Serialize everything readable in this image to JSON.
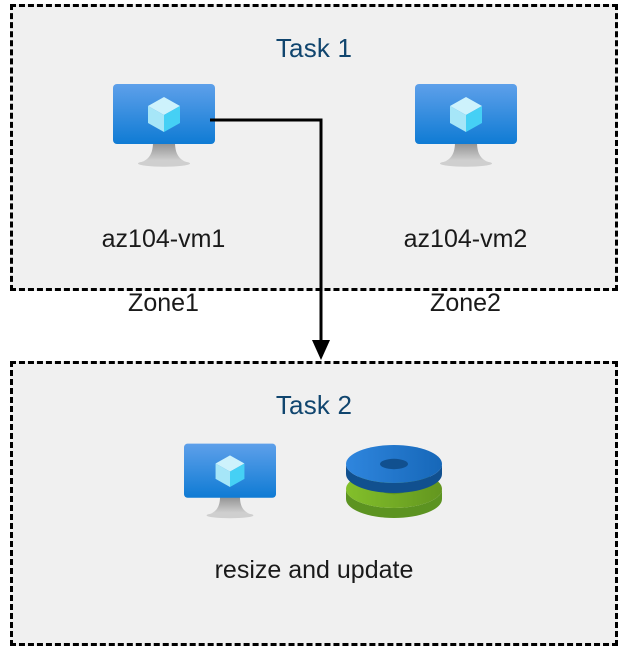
{
  "diagram": {
    "title": "",
    "background_color": "#ffffff",
    "box_fill_color": "#f0f0f0",
    "box_border_color": "#000000",
    "title_color": "#10456e",
    "label_color": "#1a1a1a",
    "connector_color": "#000000"
  },
  "task1": {
    "title": "Task 1",
    "nodes": [
      {
        "icon": "virtual-machine-icon",
        "name": "az104-vm1",
        "zone": "Zone1"
      },
      {
        "icon": "virtual-machine-icon",
        "name": "az104-vm2",
        "zone": "Zone2"
      }
    ]
  },
  "task2": {
    "title": "Task 2",
    "icons": [
      {
        "icon": "virtual-machine-icon"
      },
      {
        "icon": "disks-icon"
      }
    ],
    "caption": "resize and update"
  },
  "connector": {
    "from": "az104-vm1",
    "to": "Task 2",
    "arrow": "down-arrow-icon"
  },
  "colors": {
    "vm_screen_top": "#5ea0ea",
    "vm_screen_bottom": "#0f7bd4",
    "vm_cube_top": "#c9f0fb",
    "vm_cube_left": "#9fe3f7",
    "vm_cube_right": "#45d0f5",
    "vm_stand": "#9b9b9b",
    "disk_blue": "#2b7cd3",
    "disk_blue_dark": "#11508f",
    "disk_green": "#78b527",
    "disk_green_dark": "#5c9321"
  }
}
